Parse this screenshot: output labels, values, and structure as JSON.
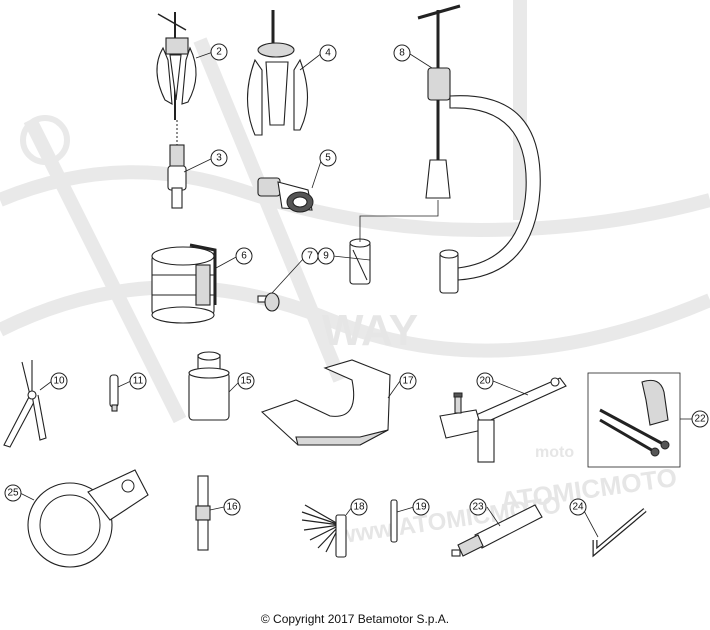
{
  "callouts": [
    "2",
    "3",
    "4",
    "5",
    "6",
    "7",
    "8",
    "9",
    "10",
    "11",
    "15",
    "16",
    "17",
    "18",
    "19",
    "20",
    "22",
    "23",
    "24",
    "25"
  ],
  "watermark": {
    "brand": "ATOMICMOTO",
    "website": "www.ATOMICMOTO",
    "badge": "moto",
    "stamp": "WAY"
  },
  "copyright": "© Copyright 2017 Betamotor S.p.A."
}
